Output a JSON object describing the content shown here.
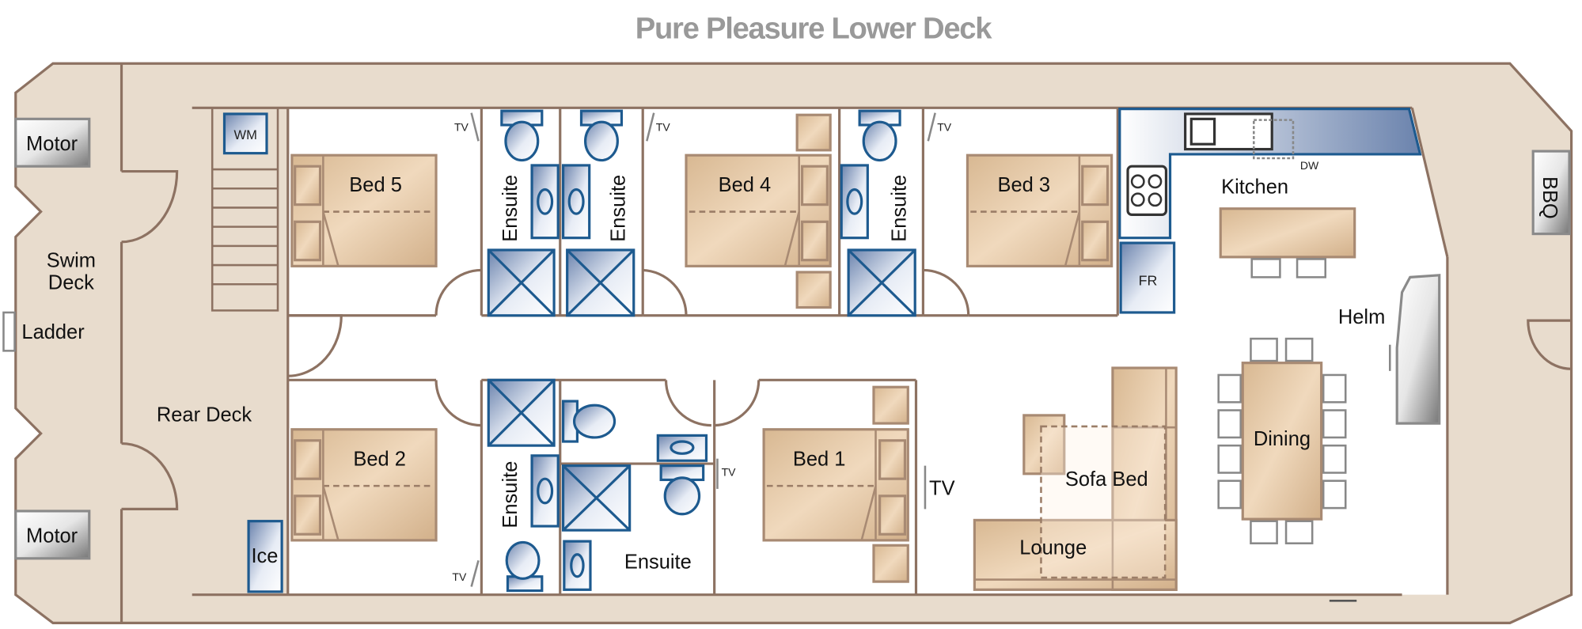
{
  "title": "Pure Pleasure Lower Deck",
  "labels": {
    "motor_top": "Motor",
    "motor_bottom": "Motor",
    "swim_deck_1": "Swim",
    "swim_deck_2": "Deck",
    "ladder": "Ladder",
    "rear_deck": "Rear Deck",
    "wm": "WM",
    "ice": "Ice",
    "bed5": "Bed 5",
    "bed4": "Bed 4",
    "bed3": "Bed 3",
    "bed2": "Bed 2",
    "bed1": "Bed 1",
    "ensuite": "Ensuite",
    "tv": "TV",
    "kitchen": "Kitchen",
    "dw": "DW",
    "fr": "FR",
    "bbq": "BBQ",
    "helm": "Helm",
    "dining": "Dining",
    "sofa_bed": "Sofa Bed",
    "lounge": "Lounge"
  },
  "colors": {
    "wall": "#8d7262",
    "deck": "#e8dccd",
    "fixture_blue": "#1d5a8f",
    "title": "#999999"
  }
}
